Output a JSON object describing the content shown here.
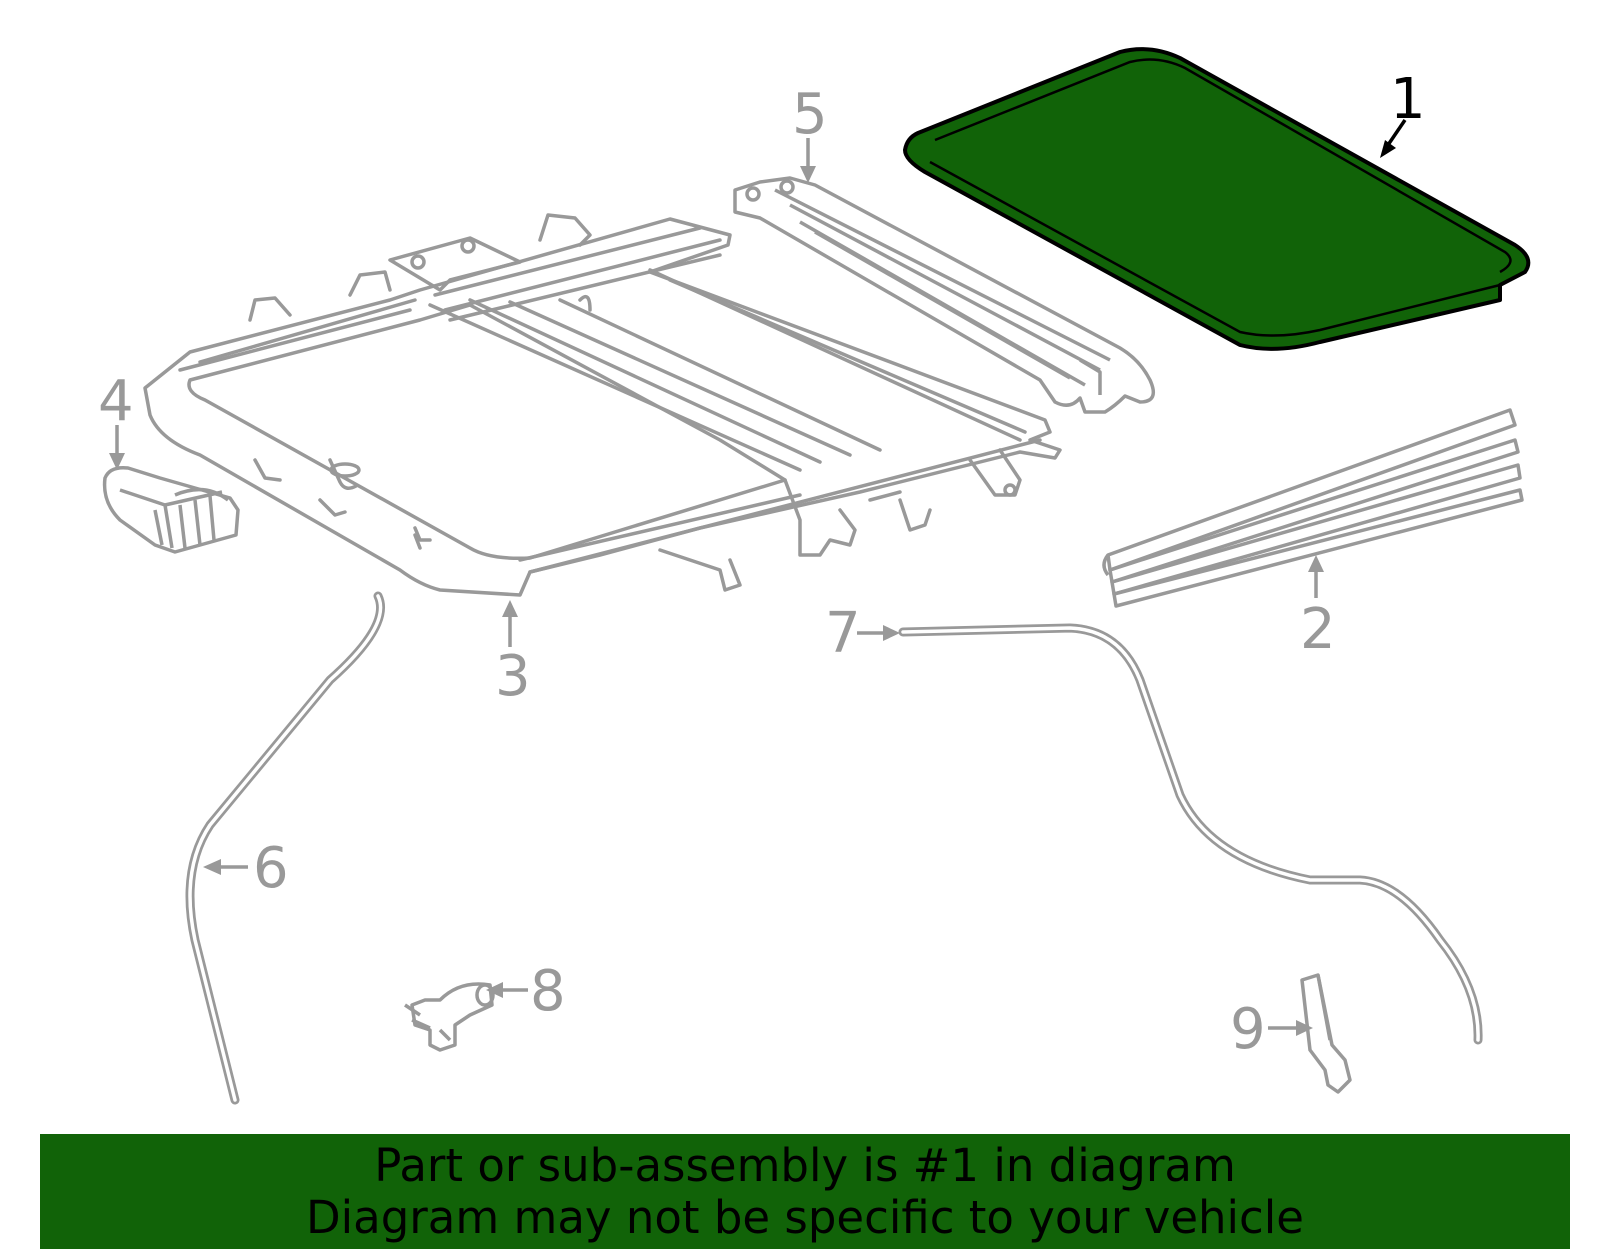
{
  "colors": {
    "highlight": "#116308",
    "line_gray": "#999999",
    "highlight_outline": "#000000",
    "background": "#ffffff",
    "banner_text": "#000000"
  },
  "callouts": {
    "c1": "1",
    "c2": "2",
    "c3": "3",
    "c4": "4",
    "c5": "5",
    "c6": "6",
    "c7": "7",
    "c8": "8",
    "c9": "9"
  },
  "banner": {
    "line1": "Part or sub-assembly is #1 in diagram",
    "line2": "Diagram may not be specific to your vehicle"
  }
}
